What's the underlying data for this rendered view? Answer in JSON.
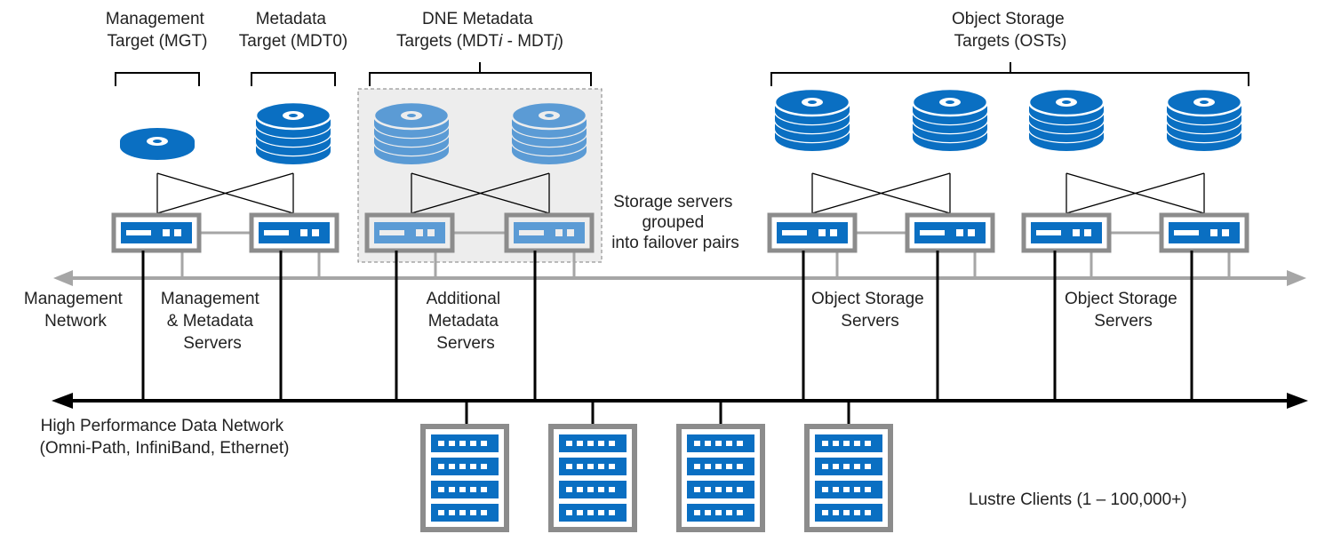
{
  "colors": {
    "disk_top": "#0a6fc2",
    "disk_stack": "#0a6fc2",
    "disk_dne": "#5b9bd5",
    "server_frame": "#8c8c8c",
    "server_body": "#0a6fc2",
    "server_body_dne": "#5b9bd5",
    "mgmt_network": "#a6a6a6",
    "data_network": "#000000",
    "dne_box_fill": "#ededed",
    "dne_box_border": "#7f7f7f",
    "text": "#222222"
  },
  "labels": {
    "mgt": [
      "Management",
      "Target (MGT)"
    ],
    "mdt0": [
      "Metadata",
      "Target (MDT0)"
    ],
    "dne_line1": "DNE Metadata",
    "dne_line2_prefix": "Targets (MDT",
    "dne_i": "i",
    "dne_mid": " - MDT",
    "dne_j": "j",
    "dne_suffix": ")",
    "ost": [
      "Object Storage",
      "Targets (OSTs)"
    ],
    "failover": [
      "Storage servers",
      "grouped",
      "into failover pairs"
    ],
    "mgmt_network": [
      "Management",
      "Network"
    ],
    "mgmt_metadata_servers": [
      "Management",
      "& Metadata",
      "Servers"
    ],
    "additional_metadata_servers": [
      "Additional",
      "Metadata",
      "Servers"
    ],
    "oss_1": [
      "Object Storage",
      "Servers"
    ],
    "oss_2": [
      "Object Storage",
      "Servers"
    ],
    "data_network": [
      "High Performance Data Network",
      "(Omni-Path, InfiniBand, Ethernet)"
    ],
    "clients": "Lustre Clients (1 – 100,000+)"
  },
  "icons": {
    "disk": "disk-icon",
    "disk_stack": "disk-stack-icon",
    "server": "server-icon",
    "client": "client-rack-icon"
  }
}
